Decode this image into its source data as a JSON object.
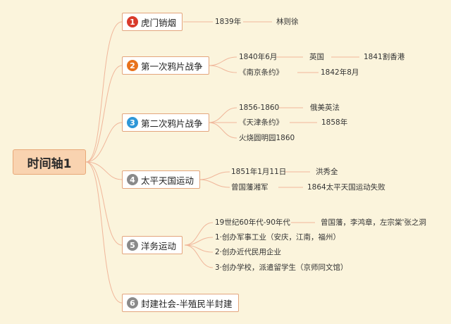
{
  "root": "时间轴1",
  "colors": {
    "line": "#f0b69a",
    "badge_red": "#d93a2b",
    "badge_orange": "#e8721c",
    "badge_blue": "#2e97d8",
    "badge_gray": "#8a8a8a"
  },
  "topics": [
    {
      "num": "1",
      "label": "虎门销烟",
      "color": "badge_red",
      "leaves": [
        "1839年",
        "林则徐"
      ]
    },
    {
      "num": "2",
      "label": "第一次鸦片战争",
      "color": "badge_orange",
      "leaves": [
        "1840年6月",
        "英国",
        "1841割香港",
        "《南京条约》",
        "1842年8月"
      ]
    },
    {
      "num": "3",
      "label": "第二次鸦片战争",
      "color": "badge_blue",
      "leaves": [
        "1856-1860",
        "俄美英法",
        "《天津条约》",
        "1858年",
        "火烧圆明园1860"
      ]
    },
    {
      "num": "4",
      "label": "太平天国运动",
      "color": "badge_gray",
      "leaves": [
        "1851年1月11日",
        "洪秀全",
        "曾国藩湘军",
        "1864太平天国运动失败"
      ]
    },
    {
      "num": "5",
      "label": "洋务运动",
      "color": "badge_gray",
      "leaves": [
        "19世纪60年代-90年代",
        "曾国藩，李鸿章，左宗棠'张之洞",
        "1·创办军事工业（安庆，江南，福州）",
        "2·创办近代民用企业",
        "3·创办学校，派遣留学生（京师同文馆）"
      ]
    },
    {
      "num": "6",
      "label": "封建社会-半殖民半封建",
      "color": "badge_gray",
      "leaves": []
    }
  ]
}
